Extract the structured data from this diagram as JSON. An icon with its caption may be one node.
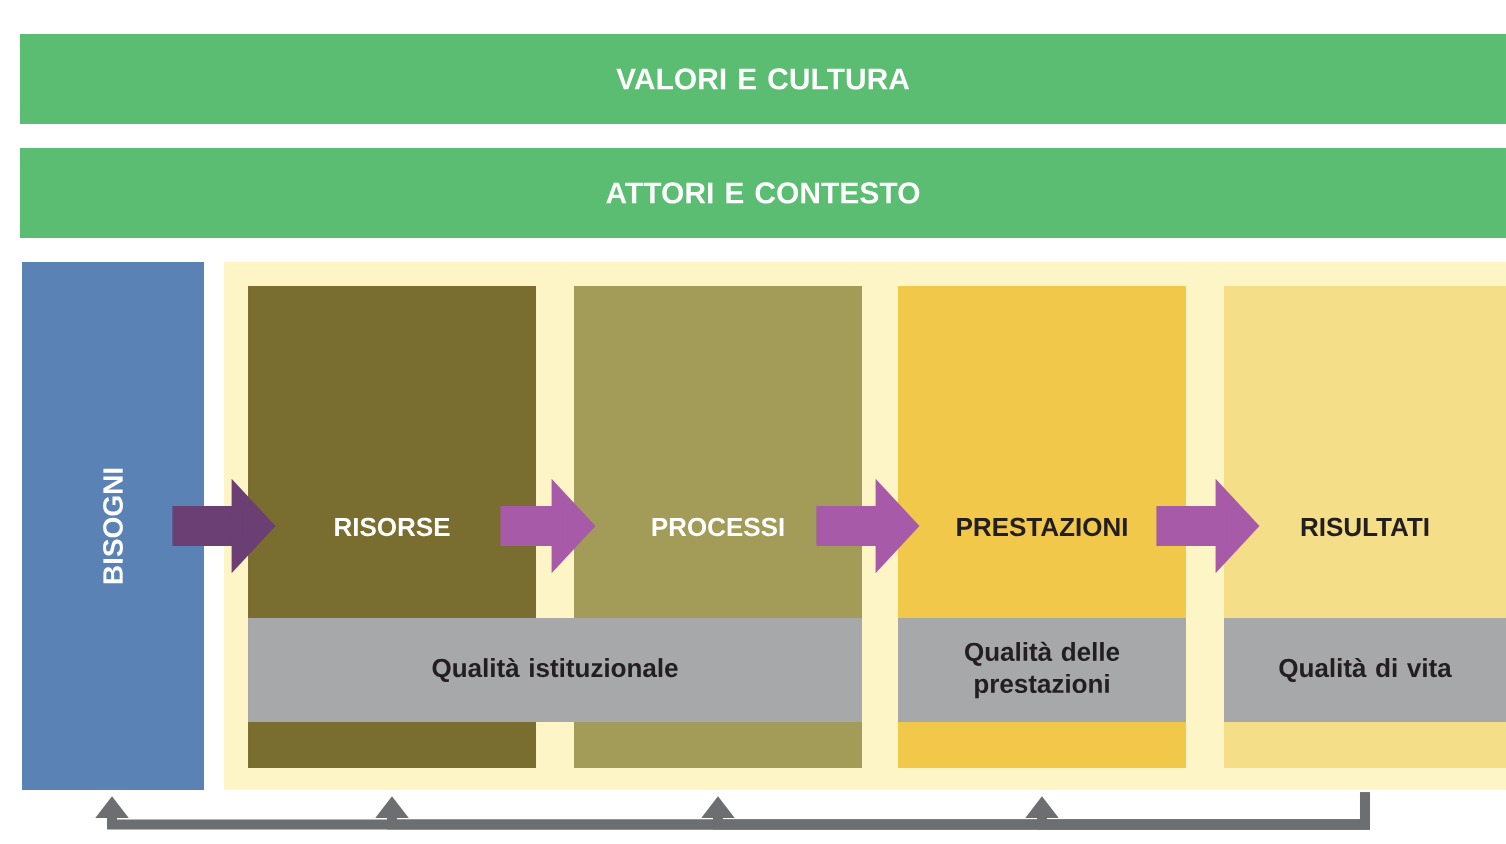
{
  "diagram": {
    "nodes": [
      {
        "text": [
          "VALORI E CULTURA"
        ]
      },
      {
        "text": [
          "ATTORI E CONTESTO"
        ]
      },
      {
        "text": [
          "BISOGNI"
        ]
      },
      {
        "text": [],
        "shape": "box"
      },
      {
        "text": [
          "RISORSE"
        ],
        "in": 3
      },
      {
        "text": [
          "PROCESSI"
        ],
        "in": 3
      },
      {
        "text": [
          "PRESTAZIONI"
        ],
        "in": 3
      },
      {
        "text": [
          "RISULTATI"
        ],
        "in": 3
      },
      {
        "text": [
          "Qualità istituzionale"
        ],
        "in": 3
      },
      {
        "text": [
          "Qualità delle prestazioni"
        ],
        "in": 6
      },
      {
        "text": [
          "Qualità di vita"
        ],
        "in": 7
      }
    ],
    "edges": [
      {
        "from": 2,
        "to": 4,
        "arrow": "to",
        "style": "thick",
        "color": "#6b3f74"
      },
      {
        "from": 4,
        "to": 5,
        "arrow": "to",
        "style": "thick",
        "color": "#a65aa8"
      },
      {
        "from": 5,
        "to": 6,
        "arrow": "to",
        "style": "thick",
        "color": "#a65aa8"
      },
      {
        "from": 6,
        "to": 7,
        "arrow": "to",
        "style": "thick",
        "color": "#a65aa8"
      },
      {
        "from": 7,
        "to": 2,
        "arrow": "to",
        "color": "#6d6e71"
      },
      {
        "from": 7,
        "to": 4,
        "arrow": "to",
        "color": "#6d6e71"
      },
      {
        "from": 7,
        "to": 5,
        "arrow": "to",
        "color": "#6d6e71"
      },
      {
        "from": 7,
        "to": 6,
        "arrow": "to",
        "color": "#6d6e71"
      }
    ]
  }
}
